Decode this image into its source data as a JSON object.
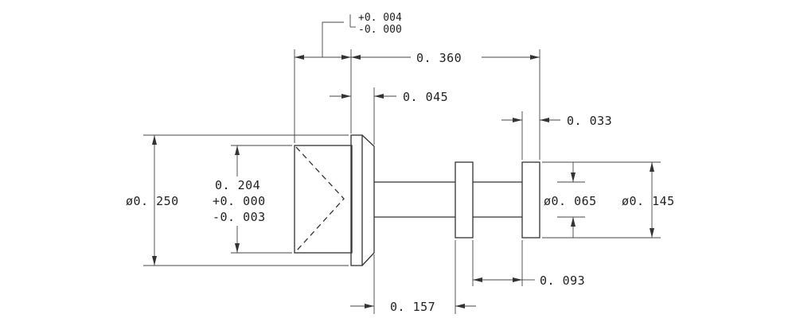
{
  "dimensions": {
    "overall_length": "0. 360",
    "flange_thickness": "0. 045",
    "groove_width": "0. 033",
    "tolerance_upper": "+0. 004",
    "tolerance_lower": "-0. 000",
    "flange_diameter": "ø0. 250",
    "bore_diameter": "0. 204",
    "bore_tol_upper": "+0. 000",
    "bore_tol_lower": "-0. 003",
    "shaft_diameter": "ø0. 065",
    "ring_diameter": "ø0. 145",
    "ring_spacing": "0. 093",
    "shaft_to_ring": "0. 157"
  }
}
